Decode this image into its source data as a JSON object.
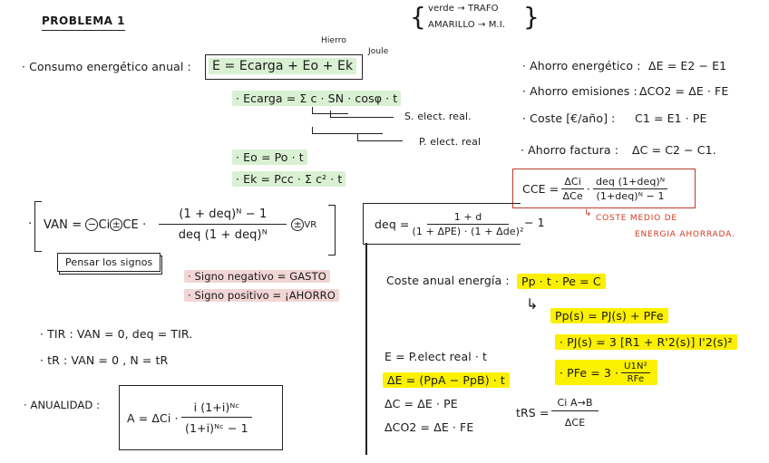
{
  "header": {
    "title": "PROBLEMA 1",
    "legend": {
      "line1": "verde → TRAFO",
      "line2": "AMARILLO → M.I."
    }
  },
  "consumo": {
    "label": "· Consumo energético anual :",
    "formula": "E = Ecarga + Eo + Ek",
    "annot_hierro": "Hierro",
    "annot_joule": "Joule"
  },
  "ecarga": {
    "formula": "· Ecarga = Σ c · SN · cosφ · t",
    "annot_s": "S. elect. real.",
    "annot_p": "P. elect. real",
    "eo": "· Eo = Po · t",
    "ek": "· Ek = Pcc · Σ c² · t"
  },
  "ahorros": {
    "energetico_label": "· Ahorro energético :",
    "energetico_formula": "ΔE = E2 − E1",
    "emisiones_label": "· Ahorro emisiones :",
    "emisiones_formula": "ΔCO2 = ΔE · FE",
    "coste_label": "· Coste [€/año] :",
    "coste_formula": "C1 = E1 · PE",
    "factura_label": "· Ahorro factura :",
    "factura_formula": "ΔC = C2 − C1."
  },
  "cce": {
    "lhs": "CCE =",
    "frac1_num": "ΔCi",
    "frac1_den": "ΔCe",
    "dot": "·",
    "frac2_num": "deq (1+deq)ᴺ",
    "frac2_den": "(1+deq)ᴺ − 1",
    "note_line1": "COSTE MEDIO DE",
    "note_line2": "ENERGIA AHORRADA."
  },
  "van": {
    "lhs": "VAN =",
    "minus": "−",
    "ci": "Ci",
    "pm": "±",
    "ce": "CE ·",
    "num": "(1 + deq)ᴺ − 1",
    "den": "deq (1 + deq)ᴺ",
    "vr": "VR",
    "note": "Pensar los signos"
  },
  "signos": {
    "negativo": "· Signo negativo = GASTO",
    "positivo": "· Signo positivo = ¡AHORRO"
  },
  "deq": {
    "lhs": "deq =",
    "num": "1 + d",
    "den": "(1 + ΔPE) · (1 + Δde)²",
    "tail": "− 1"
  },
  "tir": {
    "tir": "· TIR :  VAN = 0,  deq = TIR.",
    "tr": "· tR :  VAN = 0 ,  N = tR"
  },
  "anualidad": {
    "label": "· ANUALIDAD :",
    "lhs": "A =  ΔCi ·",
    "num": "i (1+i)ᴺᶜ",
    "den": "(1+i)ᴺᶜ − 1"
  },
  "coste_anual": {
    "label": "Coste anual energía :",
    "formula": "Pp · t · Pe = C",
    "pp": "Pp(s) = PJ(s) + PFe",
    "pj": "· PJ(s) = 3 [R1 + R'2(s)] I'2(s)²",
    "pfe_lhs": "· PFe = 3 ·",
    "pfe_num": "U1N²",
    "pfe_den": "RFe"
  },
  "energia": {
    "e": "E = P.elect real · t",
    "de": "ΔE = (PpA − PpB) · t",
    "dc": "ΔC = ΔE · PE",
    "dco2": "ΔCO2 = ΔE · FE",
    "trs_lhs": "tRS =",
    "trs_num": "Ci A→B",
    "trs_den": "ΔCE"
  },
  "colors": {
    "green_highlight": "#d9f0d3",
    "yellow_highlight": "#fbf000",
    "pink_highlight": "#f2d5d5",
    "red_ink": "#d03a1e",
    "ink": "#1a1a1a"
  }
}
